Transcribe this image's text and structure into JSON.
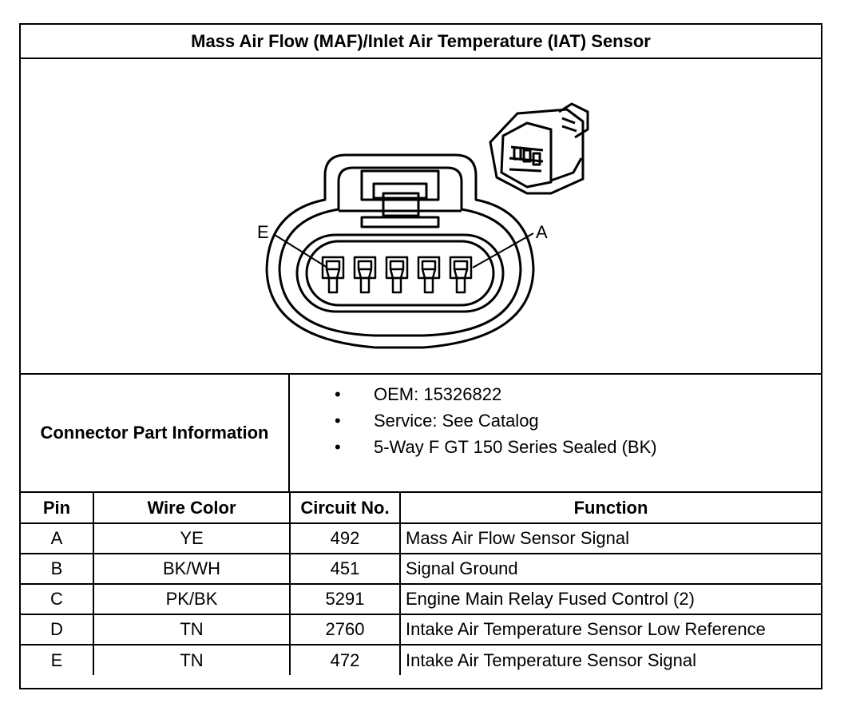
{
  "title": "Mass Air Flow (MAF)/Inlet Air Temperature (IAT) Sensor",
  "diagram": {
    "pin_label_left": "E",
    "pin_label_right": "A",
    "pin_count": 5
  },
  "connector_info": {
    "label": "Connector Part Information",
    "items": [
      "OEM: 15326822",
      "Service: See Catalog",
      "5-Way F GT 150 Series Sealed (BK)"
    ],
    "bullet": "•"
  },
  "pin_table": {
    "headers": [
      "Pin",
      "Wire Color",
      "Circuit No.",
      "Function"
    ],
    "rows": [
      [
        "A",
        "YE",
        "492",
        "Mass Air Flow Sensor Signal"
      ],
      [
        "B",
        "BK/WH",
        "451",
        "Signal Ground"
      ],
      [
        "C",
        "PK/BK",
        "5291",
        "Engine Main Relay Fused Control (2)"
      ],
      [
        "D",
        "TN",
        "2760",
        "Intake Air Temperature Sensor Low Reference"
      ],
      [
        "E",
        "TN",
        "472",
        "Intake Air Temperature Sensor Signal"
      ]
    ]
  }
}
